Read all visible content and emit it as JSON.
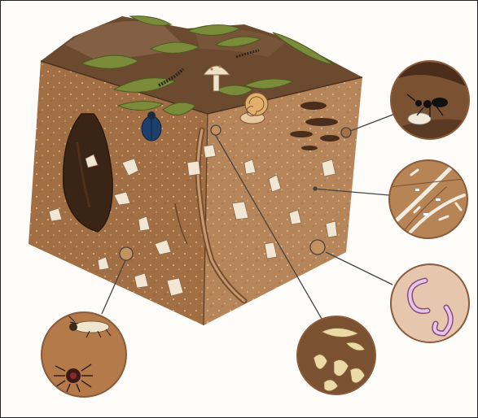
{
  "figure": {
    "subject": "soil-block-cross-section",
    "colors": {
      "topsoil": "#6e4a2f",
      "soil_face_left": "#a9764a",
      "soil_face_right": "#b98558",
      "burrow": "#3a2415",
      "leaf": "#7a8a3a",
      "callout_line": "#4a4a4a",
      "circle_rim": "#8a5a3a"
    },
    "callouts": [
      {
        "id": "ant-larva",
        "icon": "ant-and-larva-icon"
      },
      {
        "id": "root-fungi",
        "icon": "fungal-hyphae-icon"
      },
      {
        "id": "nematodes",
        "icon": "nematode-worms-icon"
      },
      {
        "id": "grubs",
        "icon": "grub-larvae-icon"
      },
      {
        "id": "mites-springtail",
        "icon": "mite-and-springtail-icon"
      }
    ]
  }
}
